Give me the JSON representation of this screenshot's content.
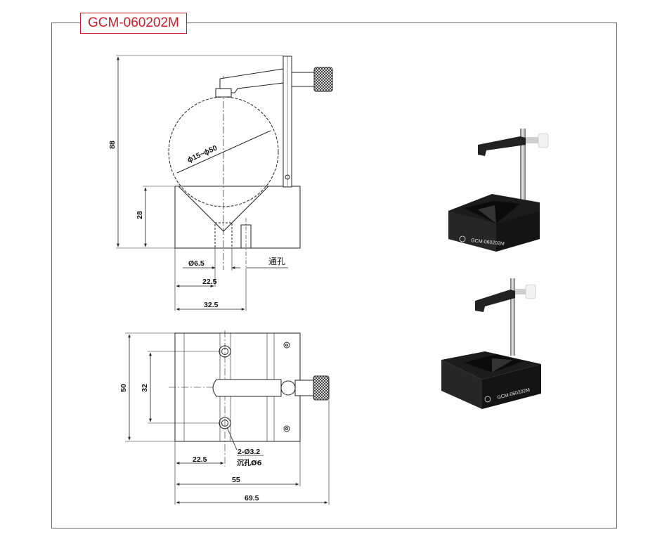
{
  "title": "GCM-060202M",
  "colors": {
    "title": "#c8202a",
    "frame": "#6b6b6b",
    "line": "#222222",
    "product_body": "#1c1c1c"
  },
  "front_view": {
    "dims": {
      "height_total": "88",
      "height_base": "28",
      "diameter_range": "ϕ15~ϕ50",
      "hole_dia": "Ø6.5",
      "through_hole": "通孔",
      "x_hole": "22.5",
      "x_half": "32.5"
    }
  },
  "top_view": {
    "dims": {
      "depth": "50",
      "hole_spacing": "32",
      "counterbore": "2-Ø3.2",
      "counterbore_dia": "沉孔Ø6",
      "x_hole": "22.5",
      "base_width": "55",
      "overall_width": "69.5"
    }
  },
  "product_photos": [
    {
      "label": "GCM-060202M"
    },
    {
      "label": "GCM-060202M"
    }
  ]
}
